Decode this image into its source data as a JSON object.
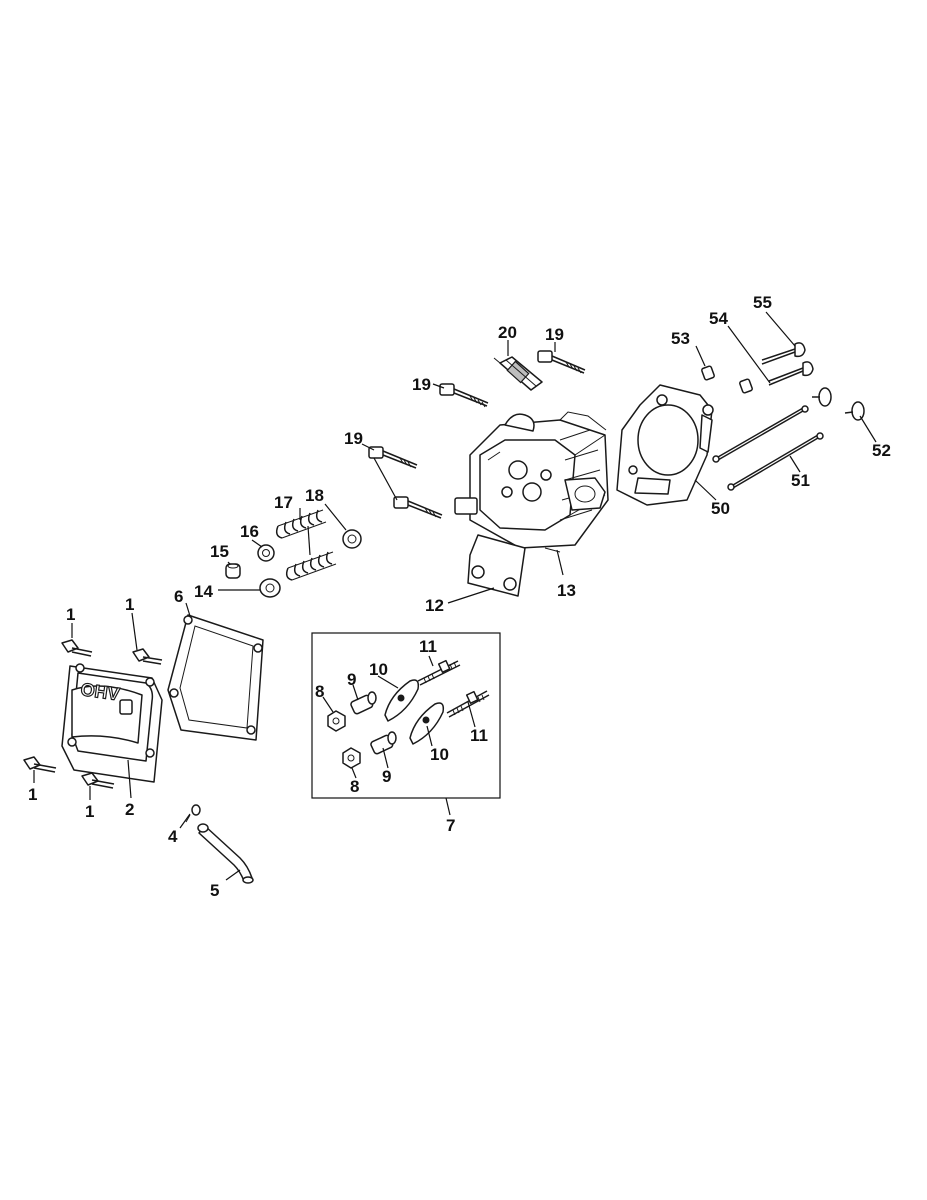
{
  "cover_stamp": "OHV",
  "callouts": [
    {
      "id": "c20a",
      "text": "20"
    },
    {
      "id": "c19a",
      "text": "19"
    },
    {
      "id": "c19b",
      "text": "19"
    },
    {
      "id": "c19c",
      "text": "19"
    },
    {
      "id": "c53",
      "text": "53"
    },
    {
      "id": "c54",
      "text": "54"
    },
    {
      "id": "c55",
      "text": "55"
    },
    {
      "id": "c52",
      "text": "52"
    },
    {
      "id": "c51",
      "text": "51"
    },
    {
      "id": "c50",
      "text": "50"
    },
    {
      "id": "c17",
      "text": "17"
    },
    {
      "id": "c18",
      "text": "18"
    },
    {
      "id": "c16",
      "text": "16"
    },
    {
      "id": "c15",
      "text": "15"
    },
    {
      "id": "c14",
      "text": "14"
    },
    {
      "id": "c13",
      "text": "13"
    },
    {
      "id": "c12",
      "text": "12"
    },
    {
      "id": "c6",
      "text": "6"
    },
    {
      "id": "c1a",
      "text": "1"
    },
    {
      "id": "c1b",
      "text": "1"
    },
    {
      "id": "c1c",
      "text": "1"
    },
    {
      "id": "c1d",
      "text": "1"
    },
    {
      "id": "c2",
      "text": "2"
    },
    {
      "id": "c4",
      "text": "4"
    },
    {
      "id": "c5",
      "text": "5"
    },
    {
      "id": "c11a",
      "text": "11"
    },
    {
      "id": "c11b",
      "text": "11"
    },
    {
      "id": "c10a",
      "text": "10"
    },
    {
      "id": "c10b",
      "text": "10"
    },
    {
      "id": "c9a",
      "text": "9"
    },
    {
      "id": "c9b",
      "text": "9"
    },
    {
      "id": "c8a",
      "text": "8"
    },
    {
      "id": "c8b",
      "text": "8"
    },
    {
      "id": "c7",
      "text": "7"
    }
  ]
}
